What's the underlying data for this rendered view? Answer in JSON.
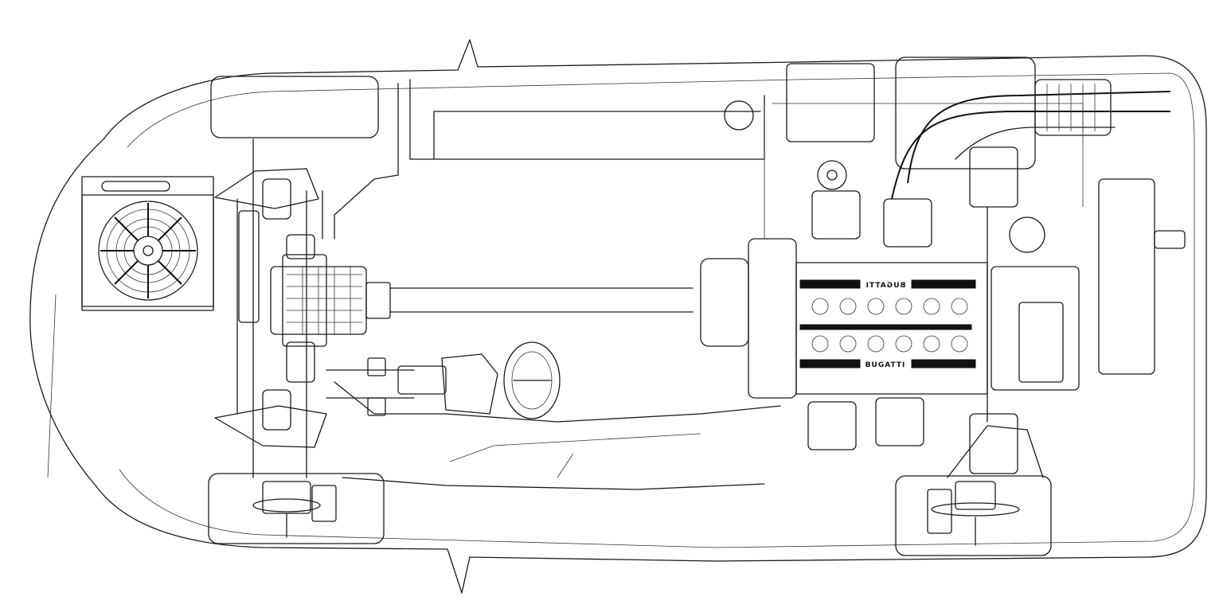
{
  "figure": {
    "type": "technical-cutaway-drawing",
    "subject": "mid-engine sports car chassis, top view",
    "style": "black line art on white background"
  },
  "engine": {
    "cylinder_bank_label_top": "BUGATTI",
    "cylinder_bank_label_bottom": "BUGATTI",
    "label_top_mirrored": true
  },
  "components": [
    {
      "name": "radiator-fan",
      "position": "front-left"
    },
    {
      "name": "front-differential",
      "position": "front-center"
    },
    {
      "name": "front-wheel-top",
      "position": "front-top"
    },
    {
      "name": "front-wheel-bottom",
      "position": "front-bottom"
    },
    {
      "name": "steering-wheel",
      "position": "center"
    },
    {
      "name": "pedal-box",
      "position": "center-left"
    },
    {
      "name": "driveshaft",
      "position": "center"
    },
    {
      "name": "v12-engine",
      "position": "rear-center"
    },
    {
      "name": "exhaust-manifold",
      "position": "rear-top"
    },
    {
      "name": "rear-wheel-top",
      "position": "rear-top"
    },
    {
      "name": "rear-wheel-bottom",
      "position": "rear-bottom"
    },
    {
      "name": "gearbox",
      "position": "rear-right"
    }
  ]
}
